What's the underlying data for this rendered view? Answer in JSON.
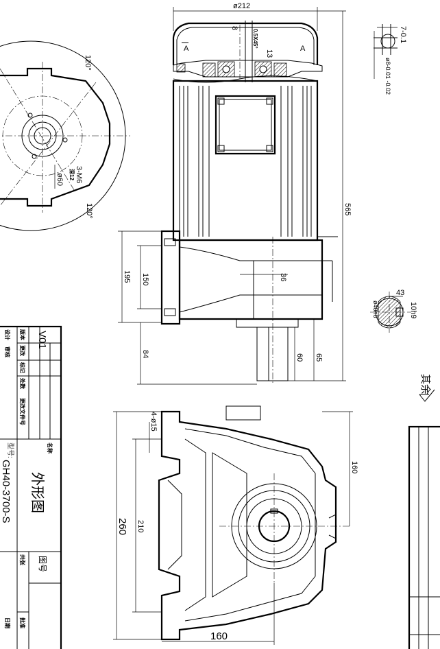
{
  "title_block": {
    "version": "V01",
    "model_label": "型号:",
    "model": "GH40-3700-S",
    "drawing_name": "外形图",
    "name_label": "名称",
    "drawing_no_label": "图号",
    "col_labels": [
      "版本",
      "更改",
      "标记",
      "处数",
      "更改文件号"
    ],
    "misc_labels": [
      "设计",
      "审核",
      "批准",
      "日期",
      "共张"
    ]
  },
  "dimensions": {
    "d212": "ø212",
    "d565": "565",
    "d195": "195",
    "d150": "150",
    "d84": "84",
    "d60": "60",
    "d65": "65",
    "d36": "36",
    "d8": "8",
    "d13": "13",
    "chamfer": "0.5X45°",
    "d43": "43",
    "d10h9": "10h9",
    "d40h6": "ø40h6",
    "key_top": "7-0.1",
    "key_ø8": "ø8-0.01 -0.02",
    "holes": "4-ø15",
    "d260": "260",
    "d210": "210",
    "d160v": "160",
    "d160h": "160",
    "angle1": "120°",
    "angle2": "120°",
    "thread": "3-M6",
    "thread_depth": "深12",
    "pcd": "ø60",
    "section_a1": "A",
    "section_a2": "A"
  },
  "roughness_note": "其余"
}
